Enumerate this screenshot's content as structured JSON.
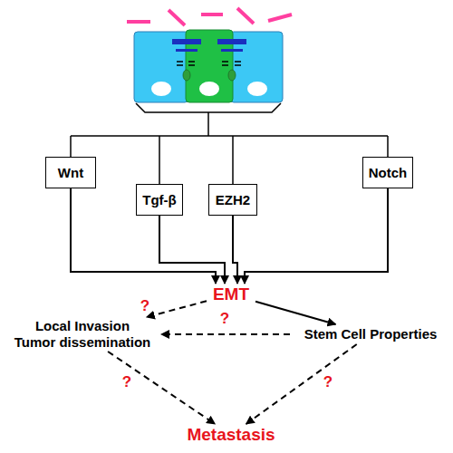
{
  "diagram": {
    "nodes": [
      {
        "text": [
          "Wnt"
        ]
      },
      {
        "text": [
          "Tgf-β"
        ]
      },
      {
        "text": [
          "EZH2"
        ]
      },
      {
        "text": [
          "Notch"
        ]
      },
      {
        "text": [
          "EMT"
        ]
      },
      {
        "text": [
          "Local Invasion Tumor dissemination"
        ]
      },
      {
        "text": [
          "Stem Cell Properties"
        ]
      },
      {
        "text": [
          "Metastasis"
        ]
      }
    ],
    "edges": [
      {
        "from": 0,
        "to": 4,
        "arrow": "to"
      },
      {
        "from": 1,
        "to": 4,
        "arrow": "to"
      },
      {
        "from": 2,
        "to": 4,
        "arrow": "to"
      },
      {
        "from": 3,
        "to": 4,
        "arrow": "to"
      },
      {
        "from": 4,
        "to": 5,
        "arrow": "to",
        "label": "?"
      },
      {
        "from": 4,
        "to": 6,
        "arrow": "to"
      },
      {
        "from": 6,
        "to": 5,
        "arrow": "to",
        "label": "?"
      },
      {
        "from": 5,
        "to": 7,
        "arrow": "to",
        "label": "?"
      },
      {
        "from": 6,
        "to": 7,
        "arrow": "to",
        "label": "?"
      }
    ]
  }
}
